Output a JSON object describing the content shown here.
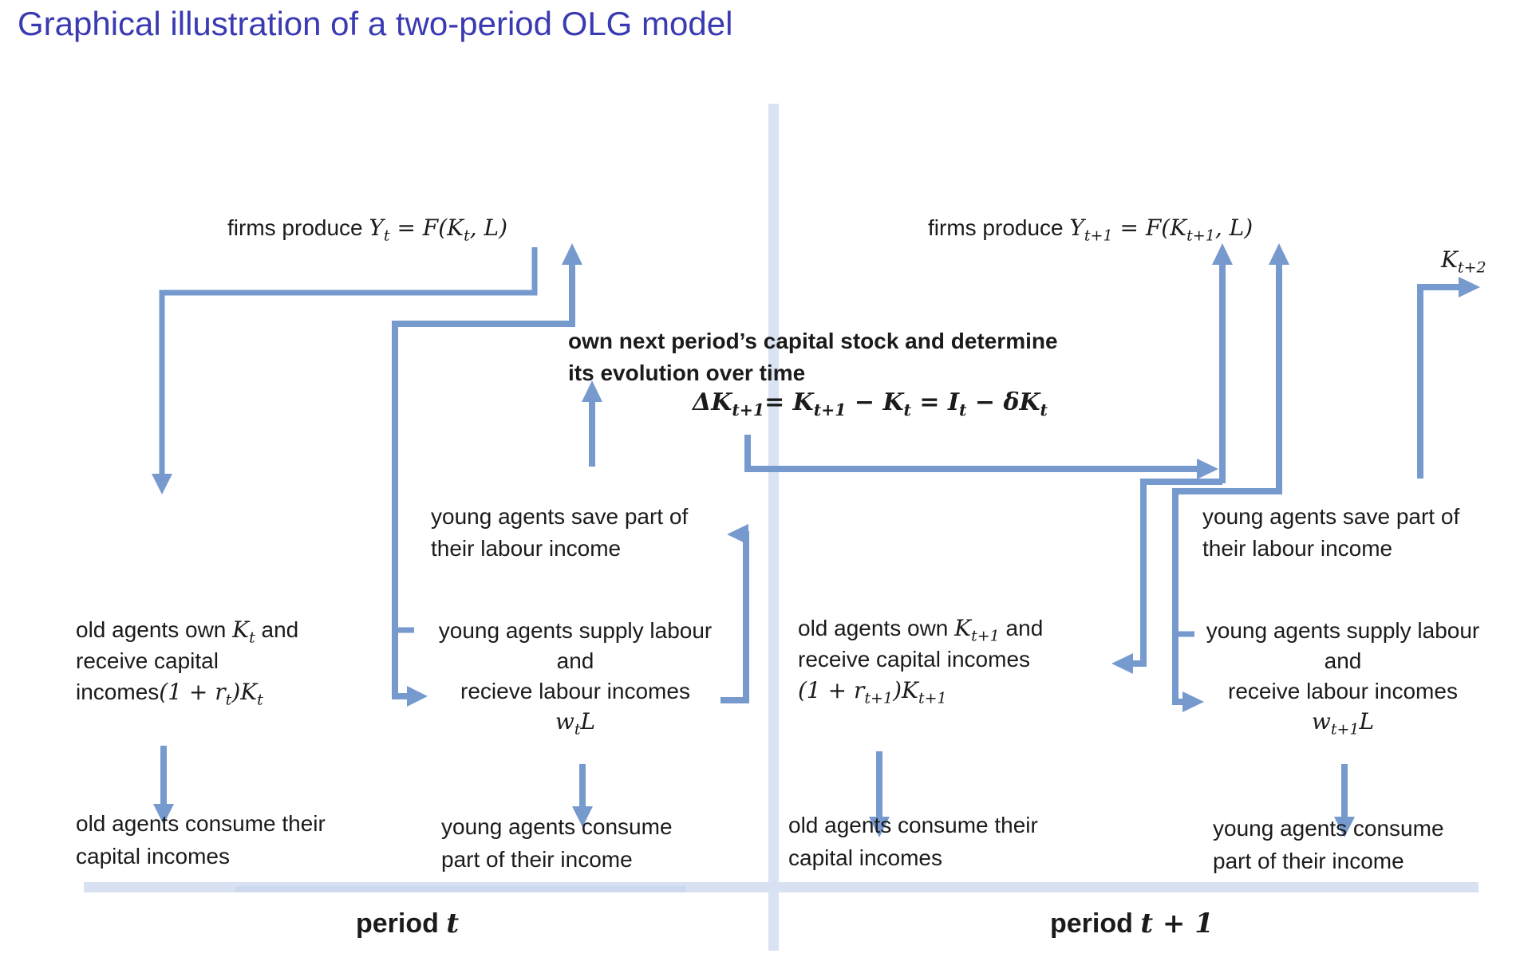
{
  "title": "Graphical illustration of a two-period OLG model",
  "colors": {
    "title_blue": "#3a3ab2",
    "arrow_blue": "#769acd",
    "divider_blue": "#dae3f3",
    "baseline_blue": "#d7e1f1",
    "text": "#1b1b1b"
  },
  "note": {
    "line1": "own next period’s capital stock and determine",
    "line2": "its  evolution over time",
    "equation": "`ΔK_{t+1}= K_{t+1} − K_{t} = I_{t} − δK_{t}`"
  },
  "t": {
    "firms": "firms produce `Y_{t} = F(K_{t}, L)`",
    "old_own": [
      "old agents own `K_{t}` and",
      "receive capital",
      "incomes`(1 + r_{t})K_{t}`"
    ],
    "save": [
      "young agents save part of",
      "their labour income"
    ],
    "supply": [
      "young agents supply labour",
      "and",
      "recieve labour incomes",
      "`w_{t}L`"
    ],
    "old_consume": [
      "old agents consume their",
      "capital incomes"
    ],
    "young_consume": [
      "young agents consume",
      "part of their income"
    ],
    "label": "period `t`"
  },
  "t1": {
    "firms": "firms produce `Y_{t+1} = F(K_{t+1}, L)`",
    "k_next": "`K_{t+2}`",
    "old_own": [
      "old agents own `K_{t+1}` and",
      "receive capital incomes",
      "`(1 + r_{t+1})K_{t+1}`"
    ],
    "save": [
      "young agents save part of",
      "their labour income"
    ],
    "supply": [
      "young agents supply labour",
      "and",
      "receive labour incomes",
      "`w_{t+1}L`"
    ],
    "old_consume": [
      "old agents consume their",
      "capital incomes"
    ],
    "young_consume": [
      "young agents consume",
      "part of their income"
    ],
    "label": "period `t + 1`"
  }
}
